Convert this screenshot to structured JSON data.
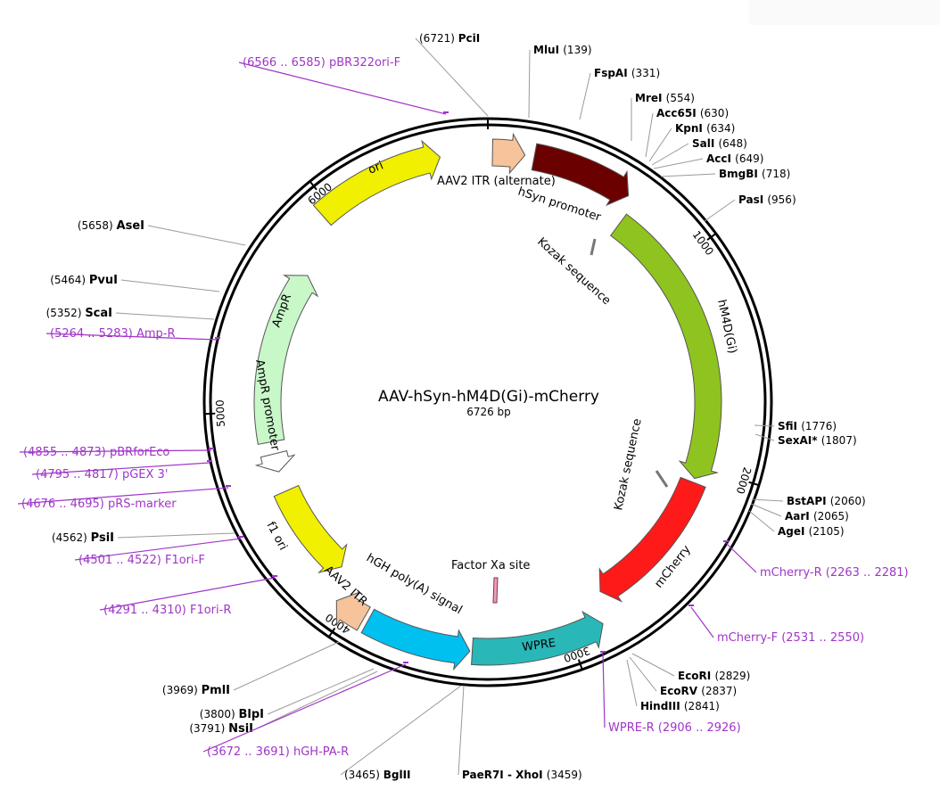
{
  "plasmid": {
    "name": "AAV-hSyn-hM4D(Gi)-mCherry",
    "length_label": "6726 bp",
    "length": 6726
  },
  "ticks": [
    "1000",
    "2000",
    "3000",
    "4000",
    "5000",
    "6000"
  ],
  "features": [
    {
      "name": "hSyn promoter",
      "label": "hSyn promoter",
      "color": "#6b0000"
    },
    {
      "name": "hM4D(Gi)",
      "label": "hM4D(Gi)",
      "color": "#8fc31f"
    },
    {
      "name": "mCherry",
      "label": "mCherry",
      "color": "#ff1a1a"
    },
    {
      "name": "WPRE",
      "label": "WPRE",
      "color": "#2ab7b7"
    },
    {
      "name": "hGH poly(A) signal",
      "label": "hGH poly(A) signal",
      "color": "#00c0f0"
    },
    {
      "name": "AAV2 ITR",
      "label": "AAV2 ITR",
      "color": "#f6c39a"
    },
    {
      "name": "AAV2 ITR (alternate)",
      "label": "AAV2 ITR (alternate)",
      "color": "#f6c39a"
    },
    {
      "name": "f1 ori",
      "label": "f1 ori",
      "color": "#f0f000"
    },
    {
      "name": "AmpR",
      "label": "AmpR",
      "color": "#c8f7c8"
    },
    {
      "name": "AmpR promoter",
      "label": "AmpR promoter",
      "color": "#ffffff"
    },
    {
      "name": "ori",
      "label": "ori",
      "color": "#f0f000"
    },
    {
      "name": "Kozak sequence 1",
      "label": "Kozak sequence",
      "color": "#888888"
    },
    {
      "name": "Kozak sequence 2",
      "label": "Kozak sequence",
      "color": "#888888"
    },
    {
      "name": "Factor Xa site",
      "label": "Factor Xa site",
      "color": "#c04060"
    }
  ],
  "enzymes": [
    {
      "name": "PciI",
      "pos": "(6721)"
    },
    {
      "name": "MluI",
      "pos": "(139)"
    },
    {
      "name": "FspAI",
      "pos": "(331)"
    },
    {
      "name": "MreI",
      "pos": "(554)"
    },
    {
      "name": "Acc65I",
      "pos": "(630)"
    },
    {
      "name": "KpnI",
      "pos": "(634)"
    },
    {
      "name": "SalI",
      "pos": "(648)"
    },
    {
      "name": "AccI",
      "pos": "(649)"
    },
    {
      "name": "BmgBI",
      "pos": "(718)"
    },
    {
      "name": "PasI",
      "pos": "(956)"
    },
    {
      "name": "SfiI",
      "pos": "(1776)"
    },
    {
      "name": "SexAI*",
      "pos": "(1807)"
    },
    {
      "name": "BstAPI",
      "pos": "(2060)"
    },
    {
      "name": "AarI",
      "pos": "(2065)"
    },
    {
      "name": "AgeI",
      "pos": "(2105)"
    },
    {
      "name": "EcoRI",
      "pos": "(2829)"
    },
    {
      "name": "EcoRV",
      "pos": "(2837)"
    },
    {
      "name": "HindIII",
      "pos": "(2841)"
    },
    {
      "name": "PaeR7I - XhoI",
      "pos": "(3459)"
    },
    {
      "name": "BglII",
      "pos": "(3465)"
    },
    {
      "name": "NsiI",
      "pos": "(3791)"
    },
    {
      "name": "BlpI",
      "pos": "(3800)"
    },
    {
      "name": "PmlI",
      "pos": "(3969)"
    },
    {
      "name": "PsiI",
      "pos": "(4562)"
    },
    {
      "name": "ScaI",
      "pos": "(5352)"
    },
    {
      "name": "PvuI",
      "pos": "(5464)"
    },
    {
      "name": "AseI",
      "pos": "(5658)"
    }
  ],
  "primers": [
    {
      "name": "pBR322ori-F",
      "range": "(6566 .. 6585)"
    },
    {
      "name": "Amp-R",
      "range": "(5264 .. 5283)"
    },
    {
      "name": "pBRforEco",
      "range": "(4855 .. 4873)"
    },
    {
      "name": "pGEX 3'",
      "range": "(4795 .. 4817)"
    },
    {
      "name": "pRS-marker",
      "range": "(4676 .. 4695)"
    },
    {
      "name": "F1ori-F",
      "range": "(4501 .. 4522)"
    },
    {
      "name": "F1ori-R",
      "range": "(4291 .. 4310)"
    },
    {
      "name": "hGH-PA-R",
      "range": "(3672 .. 3691)"
    },
    {
      "name": "WPRE-R",
      "range": "(2906 .. 2926)"
    },
    {
      "name": "mCherry-F",
      "range": "(2531 .. 2550)"
    },
    {
      "name": "mCherry-R",
      "range": "(2263 .. 2281)"
    }
  ]
}
